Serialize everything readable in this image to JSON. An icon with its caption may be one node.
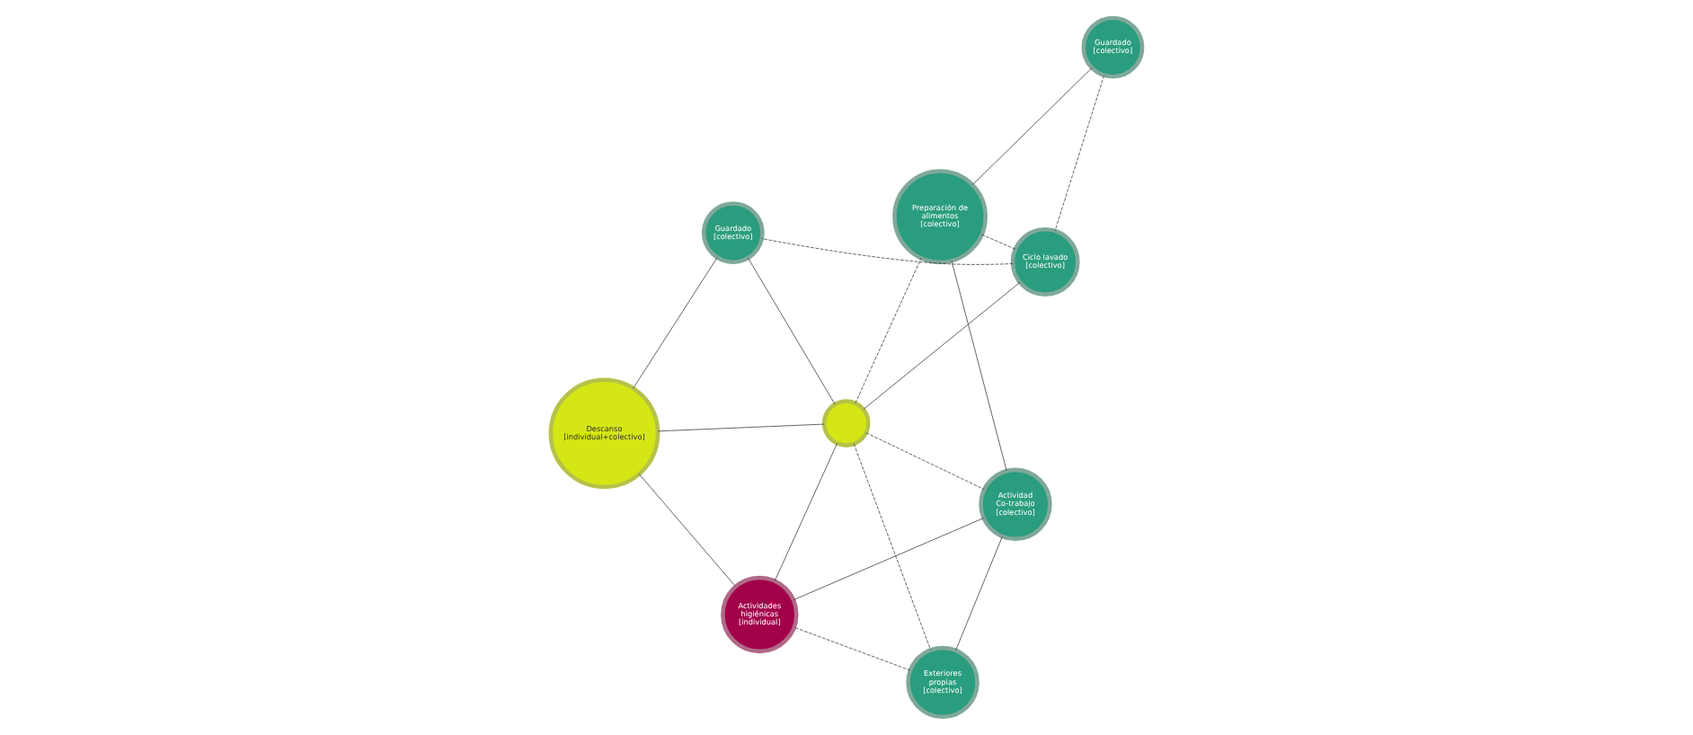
{
  "diagram": {
    "nodes": [
      {
        "text": [
          "Guardado [colectivo]"
        ]
      },
      {
        "text": [
          "Ciclo lavado [colectivo]"
        ]
      },
      {
        "text": [
          "Guardado [colectivo]"
        ]
      },
      {
        "text": [
          "Descanso [individual+colectivo]"
        ]
      },
      {
        "text": [],
        "shape": "circle"
      },
      {
        "text": [
          "Preparación de alimentos [colectivo]"
        ]
      },
      {
        "text": [
          "Actividades higiénicas [individual]"
        ]
      },
      {
        "text": [
          "Actividad Co-trabajo [colectivo]"
        ]
      },
      {
        "text": [
          "Exteriores propias [colectivo]"
        ]
      }
    ],
    "edges": [
      {
        "from": 0,
        "to": 1,
        "arrow": "none",
        "style": "dashed"
      },
      {
        "from": 1,
        "to": 2,
        "arrow": "none",
        "style": "dashed"
      },
      {
        "from": 0,
        "to": 5,
        "arrow": "none"
      },
      {
        "from": 1,
        "to": 5,
        "arrow": "none",
        "style": "dashed"
      },
      {
        "from": 1,
        "to": 4,
        "arrow": "none"
      },
      {
        "from": 2,
        "to": 4,
        "arrow": "none"
      },
      {
        "from": 2,
        "to": 3,
        "arrow": "none"
      },
      {
        "from": 3,
        "to": 4,
        "arrow": "none"
      },
      {
        "from": 3,
        "to": 6,
        "arrow": "none"
      },
      {
        "from": 4,
        "to": 5,
        "arrow": "none",
        "style": "dashed"
      },
      {
        "from": 4,
        "to": 7,
        "arrow": "none",
        "style": "dashed"
      },
      {
        "from": 4,
        "to": 8,
        "arrow": "none",
        "style": "dashed"
      },
      {
        "from": 4,
        "to": 6,
        "arrow": "none"
      },
      {
        "from": 5,
        "to": 7,
        "arrow": "none"
      },
      {
        "from": 7,
        "to": 6,
        "arrow": "none"
      },
      {
        "from": 7,
        "to": 8,
        "arrow": "none"
      },
      {
        "from": 8,
        "to": 6,
        "arrow": "none",
        "style": "dashed"
      }
    ]
  }
}
